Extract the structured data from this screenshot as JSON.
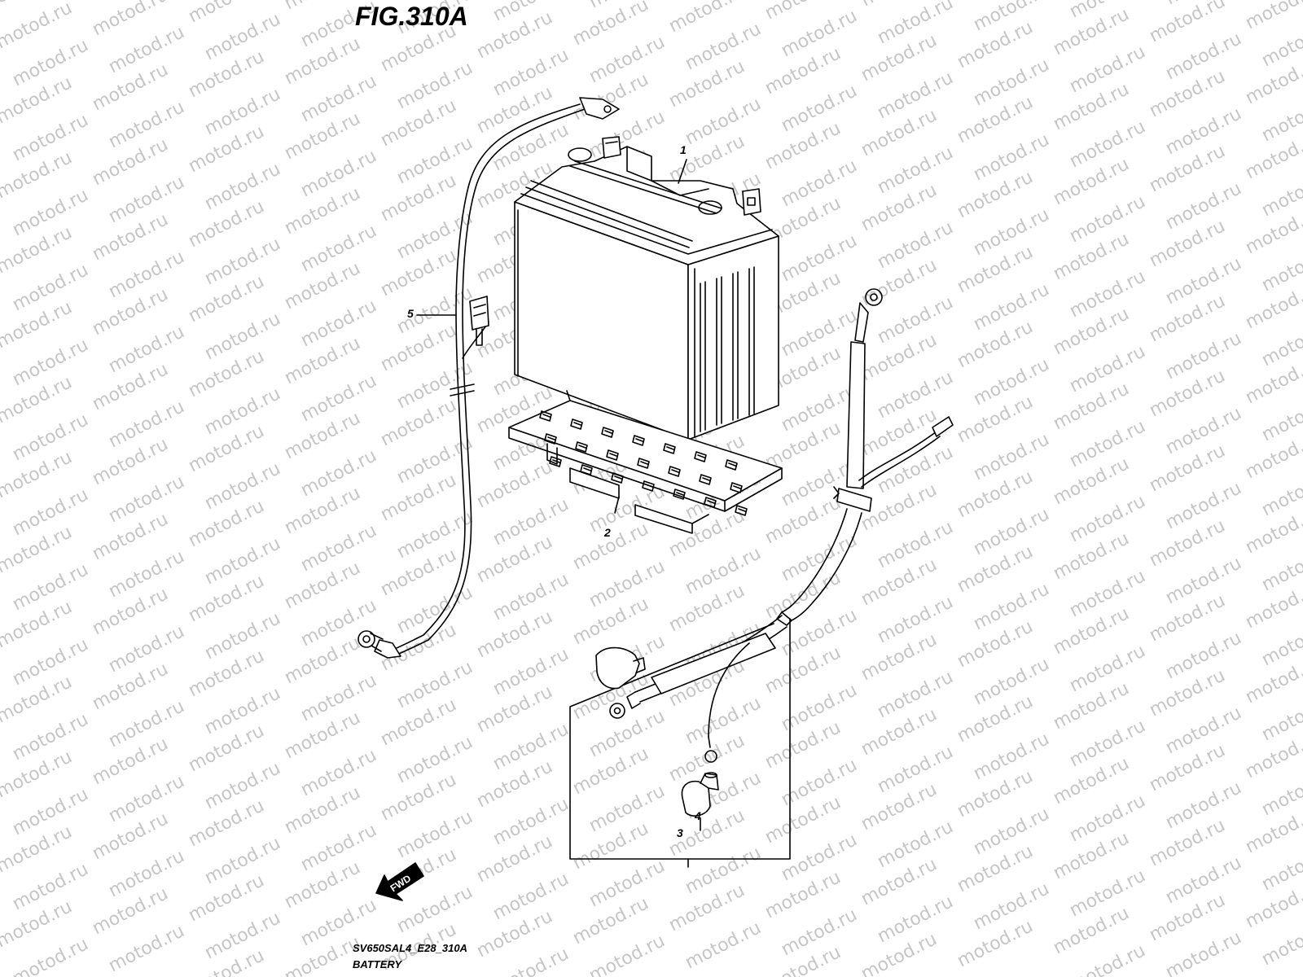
{
  "figure": {
    "title": "FIG.310A",
    "model_code": "SV650SAL4_E28_310A",
    "caption": "BATTERY"
  },
  "watermark": {
    "text": "motod.ru"
  },
  "callouts": [
    {
      "id": "1",
      "label": "1"
    },
    {
      "id": "2",
      "label": "2"
    },
    {
      "id": "3",
      "label": "3"
    },
    {
      "id": "4",
      "label": "4"
    },
    {
      "id": "5",
      "label": "5"
    }
  ],
  "fwd_arrow": {
    "label": "FWD"
  },
  "colors": {
    "line": "#000000",
    "watermark": "#c6c6c6",
    "background": "#ffffff"
  }
}
